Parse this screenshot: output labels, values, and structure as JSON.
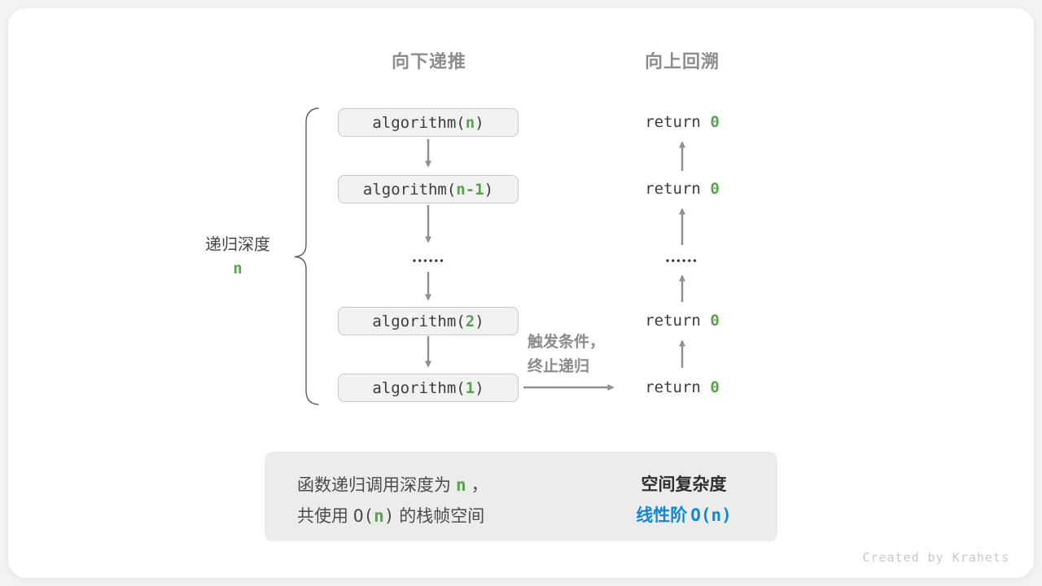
{
  "colors": {
    "green": "#5aa14e",
    "blue": "#1287d8",
    "gray_heading": "#8c8c8c",
    "arrow_gray": "#8f8f8f"
  },
  "headers": {
    "down": "向下递推",
    "up": "向上回溯"
  },
  "depth": {
    "label": "递归深度",
    "value": "n"
  },
  "stack": {
    "boxes": [
      {
        "prefix": "algorithm(",
        "arg": "n",
        "suffix": ")"
      },
      {
        "prefix": "algorithm(",
        "arg": "n-1",
        "suffix": ")"
      },
      {
        "prefix": "algorithm(",
        "arg": "2",
        "suffix": ")"
      },
      {
        "prefix": "algorithm(",
        "arg": "1",
        "suffix": ")"
      }
    ],
    "dots": "••••••",
    "returns": [
      {
        "keyword": "return ",
        "value": "0"
      },
      {
        "keyword": "return ",
        "value": "0"
      },
      {
        "keyword": "return ",
        "value": "0"
      },
      {
        "keyword": "return ",
        "value": "0"
      }
    ]
  },
  "annotation": {
    "line1": "触发条件，",
    "line2": "终止递归"
  },
  "summary": {
    "l1_pre": "函数递归调用深度为",
    "l1_n": "n",
    "l1_post": "，",
    "l2_pre": "共使用 ",
    "l2_open": "O(",
    "l2_n": "n",
    "l2_close": ")",
    "l2_post": " 的栈帧空间",
    "r_title": "空间复杂度",
    "r_pre": "线性阶",
    "r_code": "O(n)"
  },
  "footer": {
    "credit": "Created by Krahets"
  }
}
